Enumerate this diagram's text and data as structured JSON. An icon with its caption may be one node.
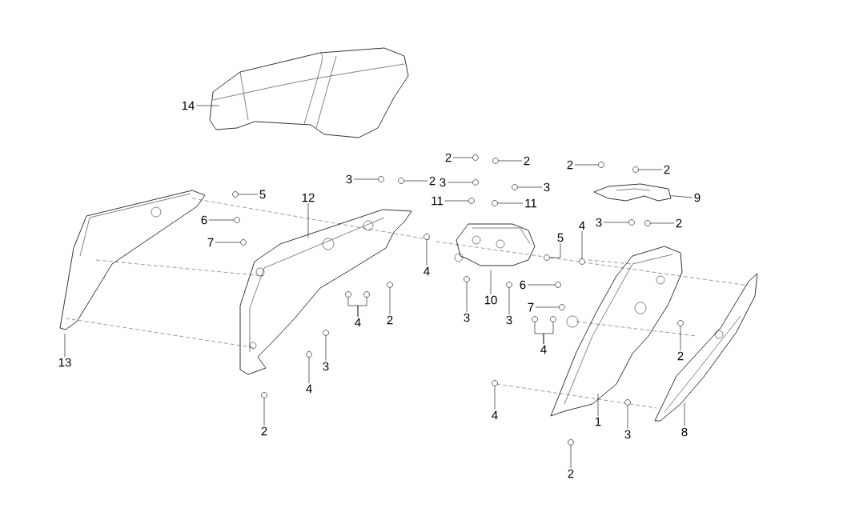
{
  "diagram": {
    "nodes": [
      {
        "text": [
          "14"
        ]
      },
      {
        "text": [
          "2"
        ]
      },
      {
        "text": [
          "2"
        ]
      },
      {
        "text": [
          "2"
        ]
      },
      {
        "text": [
          "2"
        ]
      },
      {
        "text": [
          "3"
        ]
      },
      {
        "text": [
          "2"
        ]
      },
      {
        "text": [
          "3"
        ]
      },
      {
        "text": [
          "3"
        ]
      },
      {
        "text": [
          "5"
        ]
      },
      {
        "text": [
          "12"
        ]
      },
      {
        "text": [
          "9"
        ]
      },
      {
        "text": [
          "11"
        ]
      },
      {
        "text": [
          "11"
        ]
      },
      {
        "text": [
          "6"
        ]
      },
      {
        "text": [
          "3"
        ]
      },
      {
        "text": [
          "2"
        ]
      },
      {
        "text": [
          "4"
        ]
      },
      {
        "text": [
          "5"
        ]
      },
      {
        "text": [
          "7"
        ]
      },
      {
        "text": [
          "4"
        ]
      },
      {
        "text": [
          "6"
        ]
      },
      {
        "text": [
          "10"
        ]
      },
      {
        "text": [
          "7"
        ]
      },
      {
        "text": [
          "3"
        ]
      },
      {
        "text": [
          "3"
        ]
      },
      {
        "text": [
          "2"
        ]
      },
      {
        "text": [
          "4"
        ]
      },
      {
        "text": [
          "13"
        ]
      },
      {
        "text": [
          "4"
        ]
      },
      {
        "text": [
          "2"
        ]
      },
      {
        "text": [
          "3"
        ]
      },
      {
        "text": [
          "4"
        ]
      },
      {
        "text": [
          "4"
        ]
      },
      {
        "text": [
          "1"
        ]
      },
      {
        "text": [
          "2"
        ]
      },
      {
        "text": [
          "8"
        ]
      },
      {
        "text": [
          "3"
        ]
      },
      {
        "text": [
          "2"
        ]
      },
      {
        "text": [],
        "shape": "circle"
      },
      {
        "text": [],
        "shape": "circle"
      },
      {
        "text": [],
        "shape": "circle"
      },
      {
        "text": [],
        "shape": "circle"
      },
      {
        "text": [],
        "shape": "circle"
      },
      {
        "text": [],
        "shape": "circle"
      },
      {
        "text": [],
        "shape": "circle"
      },
      {
        "text": [],
        "shape": "circle"
      },
      {
        "text": [],
        "shape": "circle"
      },
      {
        "text": [],
        "shape": "circle"
      },
      {
        "text": [],
        "shape": "circle"
      },
      {
        "text": [],
        "shape": "circle"
      },
      {
        "text": [],
        "shape": "circle"
      },
      {
        "text": [],
        "shape": "circle"
      },
      {
        "text": [],
        "shape": "circle"
      },
      {
        "text": [],
        "shape": "circle"
      },
      {
        "text": [],
        "shape": "circle"
      },
      {
        "text": [],
        "shape": "circle"
      },
      {
        "text": [],
        "shape": "circle"
      },
      {
        "text": [],
        "shape": "circle"
      },
      {
        "text": [],
        "shape": "circle"
      },
      {
        "text": [],
        "shape": "circle"
      },
      {
        "text": [],
        "shape": "circle"
      },
      {
        "text": [],
        "shape": "circle"
      },
      {
        "text": [],
        "shape": "circle"
      },
      {
        "text": [],
        "shape": "circle"
      },
      {
        "text": [],
        "shape": "circle"
      },
      {
        "text": [],
        "shape": "circle"
      },
      {
        "text": [],
        "shape": "circle"
      },
      {
        "text": [],
        "shape": "circle"
      },
      {
        "text": [],
        "shape": "circle"
      },
      {
        "text": [],
        "shape": "circle"
      },
      {
        "text": [],
        "shape": "circle"
      },
      {
        "text": [],
        "shape": "circle"
      },
      {
        "text": [],
        "shape": "picture"
      }
    ],
    "edges": [
      {
        "from": 0,
        "to": null,
        "arrow": "none"
      },
      {
        "from": 1,
        "to": 39,
        "arrow": "none"
      },
      {
        "from": 2,
        "to": 40,
        "arrow": "none"
      },
      {
        "from": 3,
        "to": 41,
        "arrow": "none"
      },
      {
        "from": 4,
        "to": 42,
        "arrow": "none"
      },
      {
        "from": 5,
        "to": 43,
        "arrow": "none"
      },
      {
        "from": 6,
        "to": 44,
        "arrow": "none"
      },
      {
        "from": 7,
        "to": 45,
        "arrow": "none"
      },
      {
        "from": 8,
        "to": 46,
        "arrow": "none"
      },
      {
        "from": 9,
        "to": 47,
        "arrow": "none"
      },
      {
        "from": 10,
        "to": null,
        "arrow": "none"
      },
      {
        "from": 11,
        "to": 73,
        "arrow": "none"
      },
      {
        "from": 12,
        "to": 48,
        "arrow": "none"
      },
      {
        "from": 13,
        "to": 49,
        "arrow": "none"
      },
      {
        "from": 14,
        "to": 50,
        "arrow": "none"
      },
      {
        "from": 15,
        "to": 51,
        "arrow": "none"
      },
      {
        "from": 16,
        "to": 52,
        "arrow": "none"
      },
      {
        "from": 17,
        "to": 53,
        "arrow": "none"
      },
      {
        "from": 18,
        "to": 54,
        "arrow": "none"
      },
      {
        "from": 19,
        "to": 55,
        "arrow": "none"
      },
      {
        "from": 20,
        "to": 56,
        "arrow": "none"
      },
      {
        "from": 21,
        "to": 57,
        "arrow": "none"
      },
      {
        "from": 22,
        "to": null,
        "arrow": "none"
      },
      {
        "from": 23,
        "to": 58,
        "arrow": "none"
      },
      {
        "from": 24,
        "to": 59,
        "arrow": "none"
      },
      {
        "from": 25,
        "to": 60,
        "arrow": "none"
      },
      {
        "from": 26,
        "to": 61,
        "arrow": "none"
      },
      {
        "from": 27,
        "to": 62,
        "arrow": "none"
      },
      {
        "from": 27,
        "to": 63,
        "arrow": "none"
      },
      {
        "from": 28,
        "to": null,
        "arrow": "none"
      },
      {
        "from": 29,
        "to": 64,
        "arrow": "none"
      },
      {
        "from": 29,
        "to": 65,
        "arrow": "none"
      },
      {
        "from": 30,
        "to": 66,
        "arrow": "none"
      },
      {
        "from": 31,
        "to": 67,
        "arrow": "none"
      },
      {
        "from": 32,
        "to": 68,
        "arrow": "none"
      },
      {
        "from": 33,
        "to": 69,
        "arrow": "none"
      },
      {
        "from": 34,
        "to": null,
        "arrow": "none"
      },
      {
        "from": 35,
        "to": 70,
        "arrow": "none"
      },
      {
        "from": 36,
        "to": null,
        "arrow": "none"
      },
      {
        "from": 37,
        "to": 71,
        "arrow": "none"
      },
      {
        "from": 38,
        "to": 72,
        "arrow": "none"
      }
    ]
  }
}
